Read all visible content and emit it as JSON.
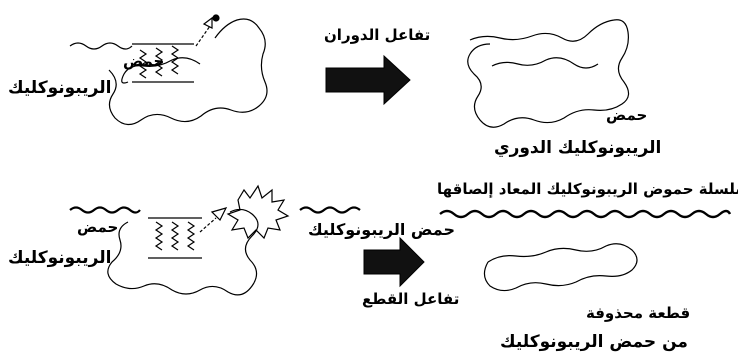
{
  "top": {
    "label_rna_line1": "حمض",
    "label_rna_line2": "الريبونوكليك",
    "label_reaction": "تفاعل الدوران",
    "label_product_line1": "حمض",
    "label_product_line2": "الريبونوكليك الدوري"
  },
  "bottom": {
    "label_rna_line1": "حمض",
    "label_rna_line2": "الريبونوكليك",
    "label_rna_chain": "حمض الريبونوكليك",
    "label_reaction": "تفاعل القطع",
    "label_religated_chain": "سلسلة حموض الريبونوكليك المعاد إلصاقها",
    "label_deleted_line1": "قطعة محذوفة",
    "label_deleted_line2": "من حمض الريبونوكليك"
  },
  "colors": {
    "ink": "#000000",
    "background": "#ffffff"
  }
}
